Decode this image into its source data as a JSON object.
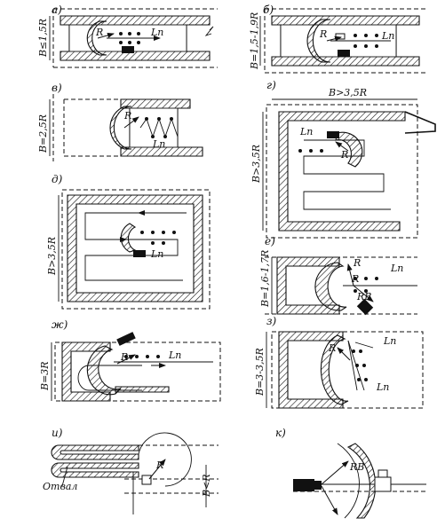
{
  "panels": [
    {
      "id": "a",
      "letter": "а)",
      "width_label": "B≤1,5R",
      "labels": [
        "R",
        "Ln"
      ]
    },
    {
      "id": "b",
      "letter": "б)",
      "width_label": "B=1,5-1,9R",
      "labels": [
        "R",
        "Ln"
      ]
    },
    {
      "id": "v",
      "letter": "в)",
      "width_label": "B=2,5R",
      "labels": [
        "R",
        "Ln"
      ]
    },
    {
      "id": "g",
      "letter": "г)",
      "width_label": "B>3,5R",
      "top_label": "B>3,5R",
      "labels": [
        "Ln",
        "R"
      ]
    },
    {
      "id": "d",
      "letter": "д)",
      "width_label": "B>3,5R",
      "labels": [
        "Ln"
      ]
    },
    {
      "id": "e",
      "letter": "е)",
      "width_label": "B=1,6-1,7R",
      "labels": [
        "R",
        "Ln",
        "R",
        "RB"
      ]
    },
    {
      "id": "zh",
      "letter": "ж)",
      "width_label": "B=3R",
      "labels": [
        "R",
        "Ln"
      ]
    },
    {
      "id": "z",
      "letter": "з)",
      "width_label": "B=3-3,5R",
      "labels": [
        "R",
        "Ln",
        "Ln"
      ]
    },
    {
      "id": "i",
      "letter": "и)",
      "width_label": "B<R",
      "labels": [
        "Отвал",
        "R"
      ]
    },
    {
      "id": "k",
      "letter": "к)",
      "labels": [
        "RB"
      ]
    }
  ]
}
